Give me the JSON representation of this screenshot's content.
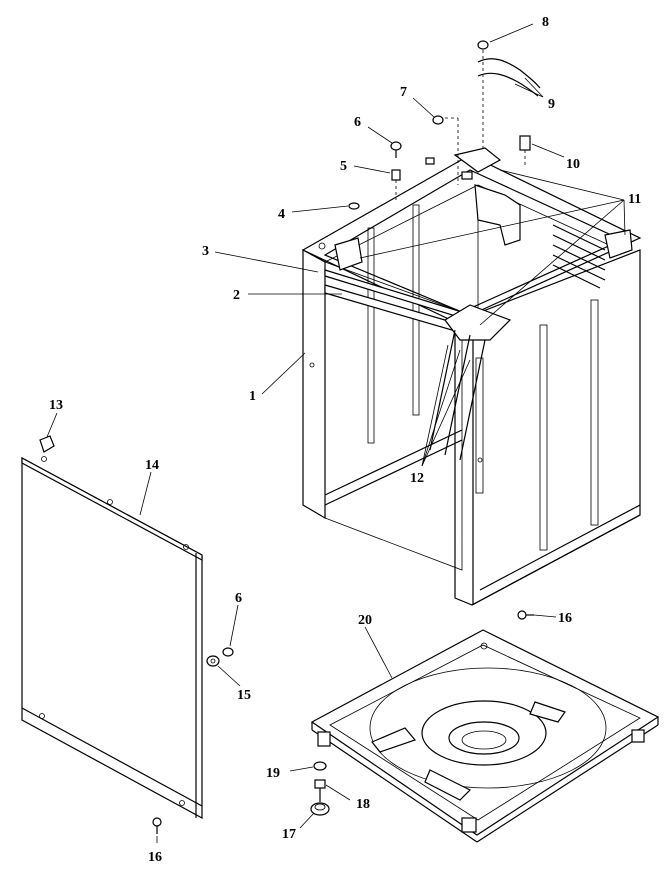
{
  "callouts": {
    "c1": "1",
    "c2": "2",
    "c3": "3",
    "c4": "4",
    "c5": "5",
    "c6a": "6",
    "c6b": "6",
    "c7": "7",
    "c8": "8",
    "c9": "9",
    "c10": "10",
    "c11": "11",
    "c12": "12",
    "c13": "13",
    "c14": "14",
    "c15": "15",
    "c16a": "16",
    "c16b": "16",
    "c17": "17",
    "c18": "18",
    "c19": "19",
    "c20": "20"
  }
}
